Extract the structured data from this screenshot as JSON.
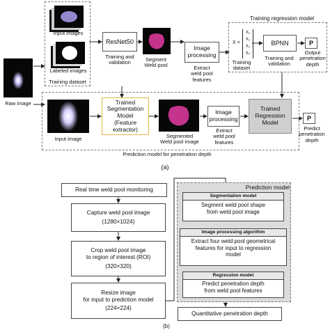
{
  "part_a": {
    "raw_image_label": "Raw image",
    "input_images_label": "Input images",
    "labeled_images_label": "Labeled images",
    "training_dataset_label": "Training dataset",
    "resnet_label": "ResNet50",
    "training_validation_label": "Training and\nvalidation",
    "segment_weld_pool_label": "Segment\nWeld pool",
    "image_processing_label": "Image\nprocessing",
    "extract_features_label": "Extract\nweld pool\nfeatures",
    "training_regression_title": "Training regression model",
    "matrix_x_label": "X =",
    "matrix_entries": [
      "X₁",
      "X₂",
      "X₃",
      "X₄"
    ],
    "training_dataset_2_label": "Training\ndataset",
    "bpnn_label": "BPNN",
    "training_validation_2_label": "Training and validation",
    "p_label": "P",
    "output_penetration_label": "Output\npenetration\ndepth",
    "input_image_label": "Input image",
    "trained_seg_label": "Trained\nSegmentation\nModel\n(Feature extractor)",
    "segmented_weld_pool_label": "Segmented\nWeld pool image",
    "image_processing_2_label": "Image\nprocessing",
    "extract_features_2_label": "Extract\nweld pool\nfeatures",
    "trained_reg_label": "Trained\nRegression\nModel",
    "p2_label": "P",
    "predict_penetration_label": "Predict\npenetration\ndepth",
    "prediction_model_caption": "Prediction model for penetration depth",
    "caption": "(a)"
  },
  "part_b": {
    "realtime_label": "Real time weld pool monitoring",
    "capture_label": "Capture weld pool image",
    "capture_size": "(1280×1024)",
    "crop_label": "Crop weld pool image\nto region of interest (ROI)",
    "crop_size": "(320×320)",
    "resize_label": "Resize image\nfor input to prediction model",
    "resize_size": "(224×224)",
    "prediction_model_title": "Prediction model",
    "segmentation_head": "Segmentation model",
    "segmentation_text": "Segment weld pool shape\nfrom weld pool image",
    "processing_head": "Image processing algorithm",
    "processing_text": "Extract four weld pool geometrical\nfeatures for input to regression\nmodel",
    "regression_head": "Regression model",
    "regression_text": "Predict penetration depth\nfrom weld pool features",
    "quantitative_label": "Quantitative penetration depth",
    "caption": "(b)"
  }
}
